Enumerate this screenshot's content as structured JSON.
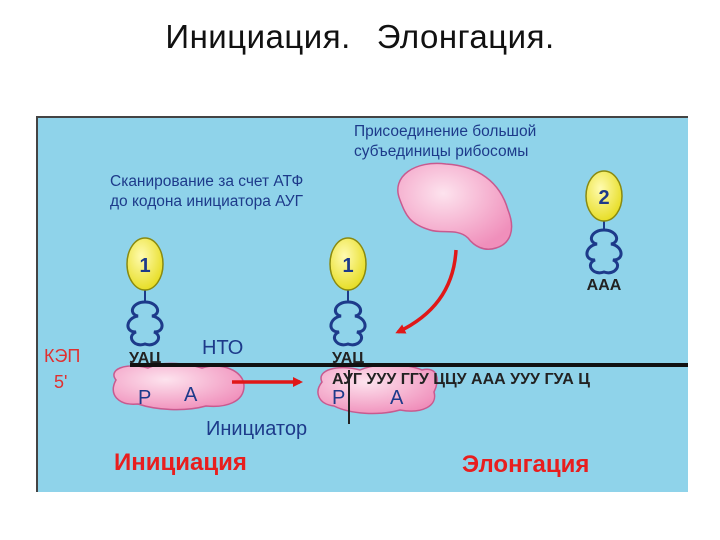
{
  "slide": {
    "title_left": "Инициация.",
    "title_right": "Элонгация."
  },
  "diagram": {
    "join_label_line1": "Присоединение большой",
    "join_label_line2": "субъединицы рибосомы",
    "scan_label_line1": "Сканирование за счет АТФ",
    "scan_label_line2": "до кодона инициатора АУГ",
    "trna1_number": "1",
    "trna1b_number": "1",
    "trna2_number": "2",
    "anticodon1": "УАЦ",
    "anticodon1b": "УАЦ",
    "anticodon2": "ААА",
    "nto_label": "НТО",
    "cap_label": "КЭП",
    "five_prime": "5'",
    "mrna_sequence": "АУГ УУУ ГГУ ЦЦУ ААА УУУ ГУА Ц",
    "site_p": "Р",
    "site_a": "А",
    "site_p2": "Р",
    "site_a2": "А",
    "initiator_label": "Инициатор",
    "stage_initiation": "Инициация",
    "stage_elongation": "Элонгация"
  },
  "colors": {
    "panel_bg": "#8fd3ea",
    "trna_yellow": "#f2ee3a",
    "ribosome_pink": "#f4a6c8",
    "text_blue": "#1d3a8a",
    "arrow_red": "#e01818",
    "stage_red": "#e81e1e",
    "cap_red": "#e03030"
  }
}
